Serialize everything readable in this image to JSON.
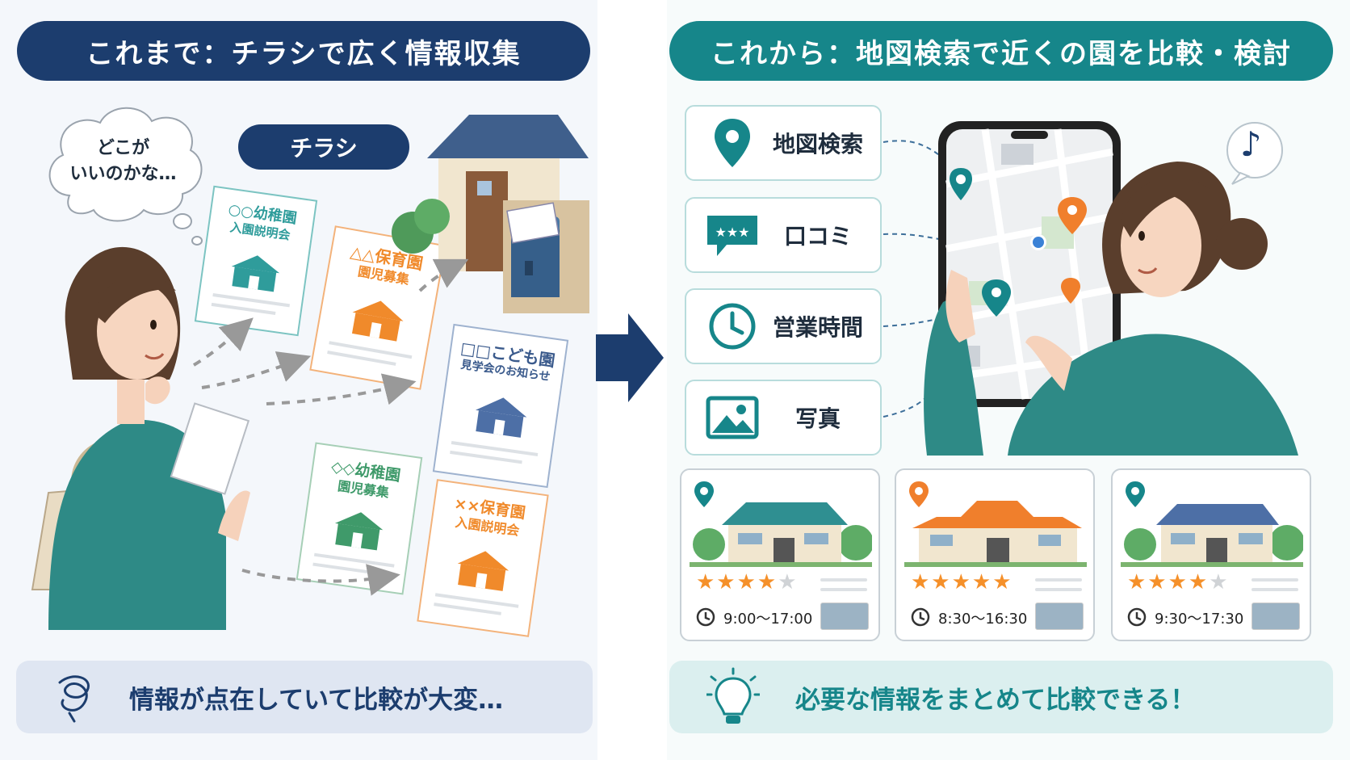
{
  "left": {
    "header": "これまで：チラシで広く情報収集",
    "thought": [
      "どこが",
      "いいのかな…"
    ],
    "flyer_tag": "チラシ",
    "flyers": [
      {
        "line1": "○○幼稚園",
        "line2": "入園説明会",
        "color": "#2f9c9b"
      },
      {
        "line1": "△△保育園",
        "line2": "園児募集",
        "color": "#f08a2b"
      },
      {
        "line1": "□□こども園",
        "line2": "見学会のお知らせ",
        "color": "#3a5a8c"
      },
      {
        "line1": "◇◇幼稚園",
        "line2": "園児募集",
        "color": "#3f9a6a"
      },
      {
        "line1": "××保育園",
        "line2": "入園説明会",
        "color": "#f08a2b"
      }
    ],
    "bottom": "情報が点在していて比較が大変…"
  },
  "right": {
    "header": "これから：地図検索で近くの園を比較・検討",
    "features": [
      {
        "label": "地図検索",
        "icon": "map-pin-icon"
      },
      {
        "label": "口コミ",
        "icon": "review-bubble-icon"
      },
      {
        "label": "営業時間",
        "icon": "clock-icon"
      },
      {
        "label": "写真",
        "icon": "photo-icon"
      }
    ],
    "cards": [
      {
        "hours": "9:00〜17:00",
        "rating": 4,
        "roof": "#2f8f91",
        "pin": "#16868a"
      },
      {
        "hours": "8:30〜16:30",
        "rating": 5,
        "roof": "#f07f2c",
        "pin": "#f07f2c"
      },
      {
        "hours": "9:30〜17:30",
        "rating": 4,
        "roof": "#4d6fa6",
        "pin": "#16868a"
      }
    ],
    "bottom": "必要な情報をまとめて比較できる！",
    "music_note": "♪"
  },
  "colors": {
    "navy": "#1c3d6e",
    "teal": "#16868a",
    "orange": "#f07f2c",
    "star": "#f5902a"
  }
}
